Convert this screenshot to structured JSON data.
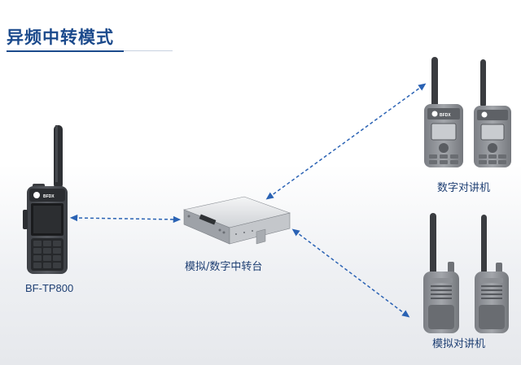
{
  "title": "异频中转模式",
  "devices": {
    "main_radio": {
      "label": "BF-TP800",
      "brand": "BFDX"
    },
    "repeater": {
      "label": "模拟/数字中转台"
    },
    "digital_radios": {
      "label": "数字对讲机",
      "brand": "BFDX"
    },
    "analog_radios": {
      "label": "模拟对讲机"
    }
  },
  "colors": {
    "title": "#1b4a8c",
    "label": "#1e3f73",
    "link": "#2a62b4",
    "device_body": "#4a4d52",
    "device_dark": "#2b2d30"
  },
  "icons": [
    "bidirectional-arrow-icon",
    "walkie-talkie-icon",
    "repeater-icon"
  ]
}
